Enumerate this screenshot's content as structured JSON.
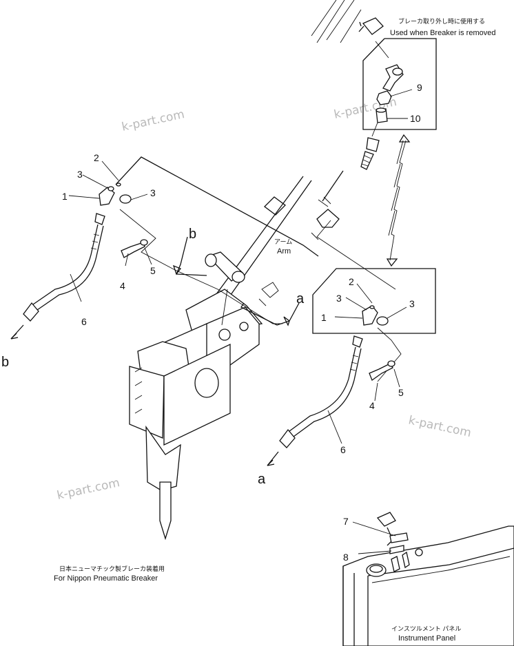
{
  "watermark": "k-part.com",
  "captions": {
    "breaker_removed_jp": "ブレーカ取り外し時に使用する",
    "breaker_removed_en": "Used when Breaker is removed",
    "arm_jp": "アーム",
    "arm_en": "Arm",
    "nippon_jp": "日本ニューマチック製ブレーカ装着用",
    "nippon_en": "For Nippon Pneumatic Breaker",
    "panel_jp": "インスツルメント パネル",
    "panel_en": "Instrument Panel"
  },
  "parts": {
    "p1": "1",
    "p2": "2",
    "p3": "3",
    "p4": "4",
    "p5": "5",
    "p6": "6",
    "p7": "7",
    "p8": "8",
    "p9": "9",
    "p10": "10"
  },
  "refs": {
    "a": "a",
    "b": "b"
  }
}
